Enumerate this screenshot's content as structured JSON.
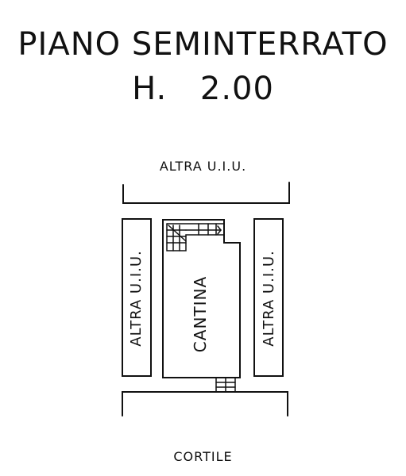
{
  "title": {
    "line1": "PIANO SEMINTERRATO",
    "line2": "H. 2.00"
  },
  "plan": {
    "top_neighbor_label": "ALTRA U.I.U.",
    "left_neighbor_label": "ALTRA U.I.U.",
    "right_neighbor_label": "ALTRA U.I.U.",
    "room_label": "CANTINA",
    "bottom_area_label": "CORTILE"
  }
}
